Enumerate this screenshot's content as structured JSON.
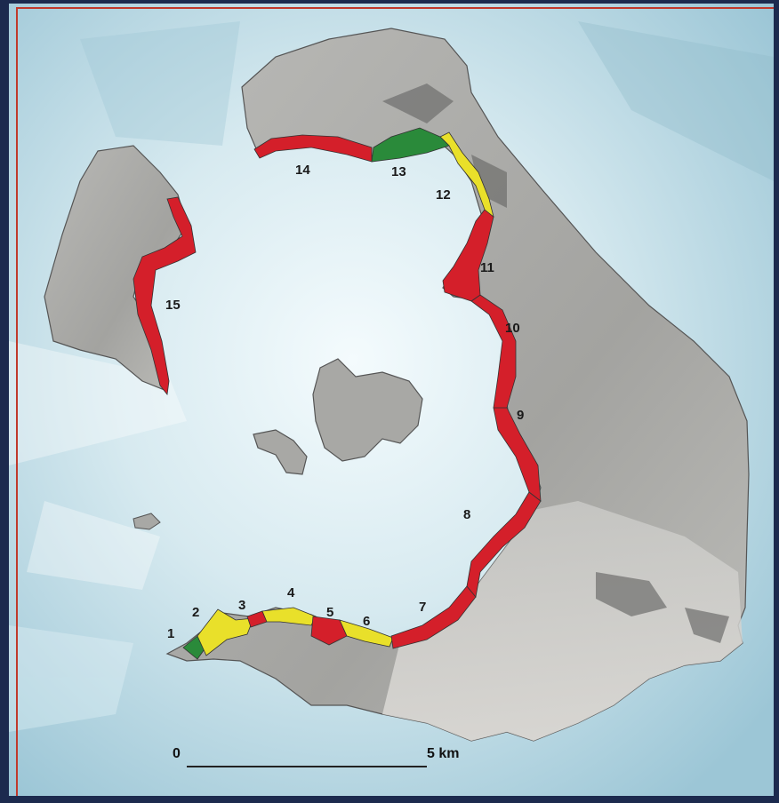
{
  "map": {
    "segments": [
      {
        "label": "1",
        "status": "green"
      },
      {
        "label": "2",
        "status": "yellow"
      },
      {
        "label": "3",
        "status": "red"
      },
      {
        "label": "4",
        "status": "yellow"
      },
      {
        "label": "5",
        "status": "red"
      },
      {
        "label": "6",
        "status": "yellow"
      },
      {
        "label": "7",
        "status": "red"
      },
      {
        "label": "8",
        "status": "red"
      },
      {
        "label": "9",
        "status": "red"
      },
      {
        "label": "10",
        "status": "red"
      },
      {
        "label": "11",
        "status": "red"
      },
      {
        "label": "12",
        "status": "yellow"
      },
      {
        "label": "13",
        "status": "green"
      },
      {
        "label": "14",
        "status": "red"
      },
      {
        "label": "15",
        "status": "red"
      }
    ],
    "scale_bar": {
      "start_label": "0",
      "end_label": "5 km"
    },
    "colors": {
      "red": "#d41f2a",
      "yellow": "#e9e02a",
      "green": "#2a8a3a",
      "land": "#a9a9a7",
      "sea": "#cfe3ea",
      "frame": "#1c2a4e"
    }
  }
}
